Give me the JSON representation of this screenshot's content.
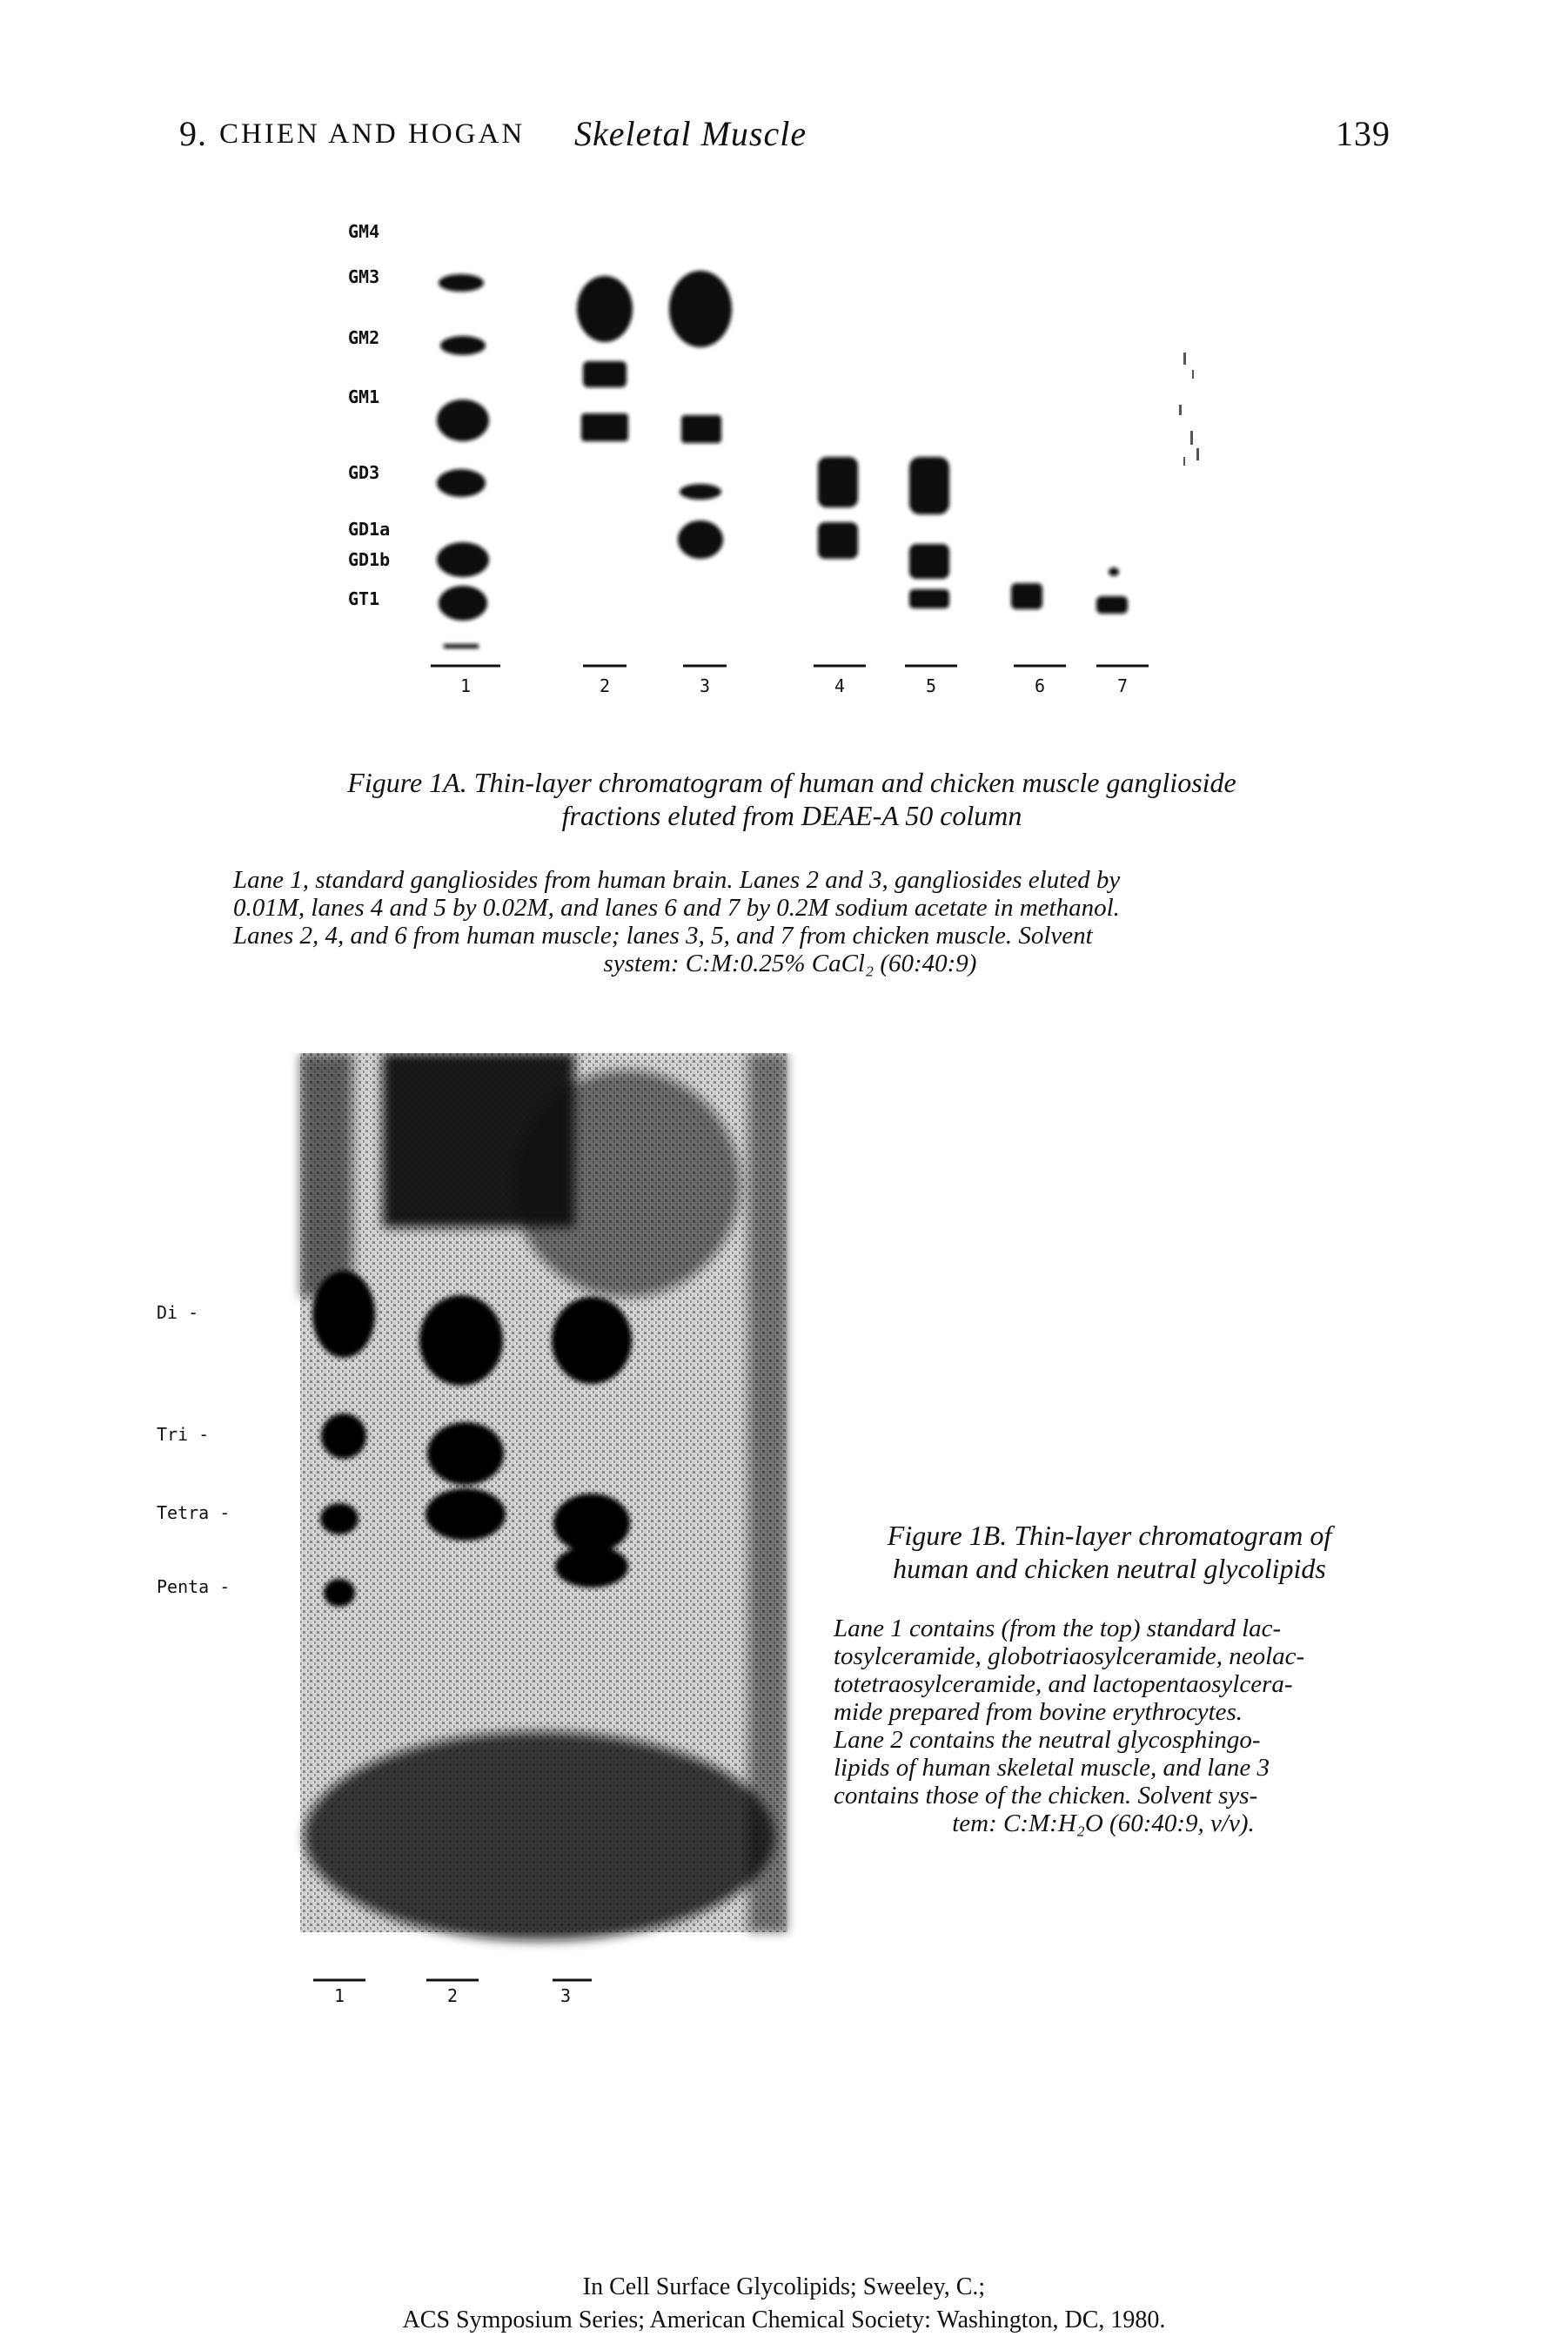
{
  "header": {
    "chapter": "9.",
    "authors": "CHIEN AND HOGAN",
    "title": "Skeletal Muscle",
    "page": "139"
  },
  "figure1a": {
    "standards": [
      "GM4",
      "GM3",
      "GM2",
      "GM1",
      "GD3",
      "GD1a",
      "GD1b",
      "GT1"
    ],
    "lanes": [
      "1",
      "2",
      "3",
      "4",
      "5",
      "6",
      "7"
    ],
    "caption_title_line1": "Figure 1A.  Thin-layer chromatogram of human and chicken muscle ganglioside",
    "caption_title_line2": "fractions eluted from DEAE-A 50 column",
    "caption_body_line1": "Lane 1, standard gangliosides from human brain. Lanes 2 and 3, gangliosides eluted by",
    "caption_body_line2": "0.01M, lanes 4 and 5 by 0.02M, and lanes 6 and 7 by 0.2M sodium acetate in methanol.",
    "caption_body_line3": "Lanes 2, 4, and 6 from human muscle; lanes 3, 5, and 7 from chicken muscle. Solvent",
    "caption_body_line4": "system: C:M:0.25% CaCl₂ (60:40:9)"
  },
  "figure1b": {
    "standards": [
      "Di -",
      "Tri -",
      "Tetra -",
      "Penta -"
    ],
    "lanes": [
      "1",
      "2",
      "3"
    ],
    "caption_title_line1": "Figure 1B.  Thin-layer chromatogram of",
    "caption_title_line2": "human and chicken neutral glycolipids",
    "caption_body": [
      "Lane 1 contains (from the top) standard lac-",
      "tosylceramide, globotriaosylceramide, neolac-",
      "totetraosylceramide, and lactopentaosylcera-",
      "mide prepared from bovine erythrocytes.",
      "Lane 2 contains the neutral glycosphingo-",
      "lipids of human skeletal muscle, and lane 3",
      "contains those of the chicken. Solvent sys-",
      "tem: C:M:H₂O (60:40:9, v/v)."
    ]
  },
  "footer": {
    "line1": "In Cell Surface Glycolipids; Sweeley, C.;",
    "line2": "ACS Symposium Series; American Chemical Society: Washington, DC, 1980."
  }
}
